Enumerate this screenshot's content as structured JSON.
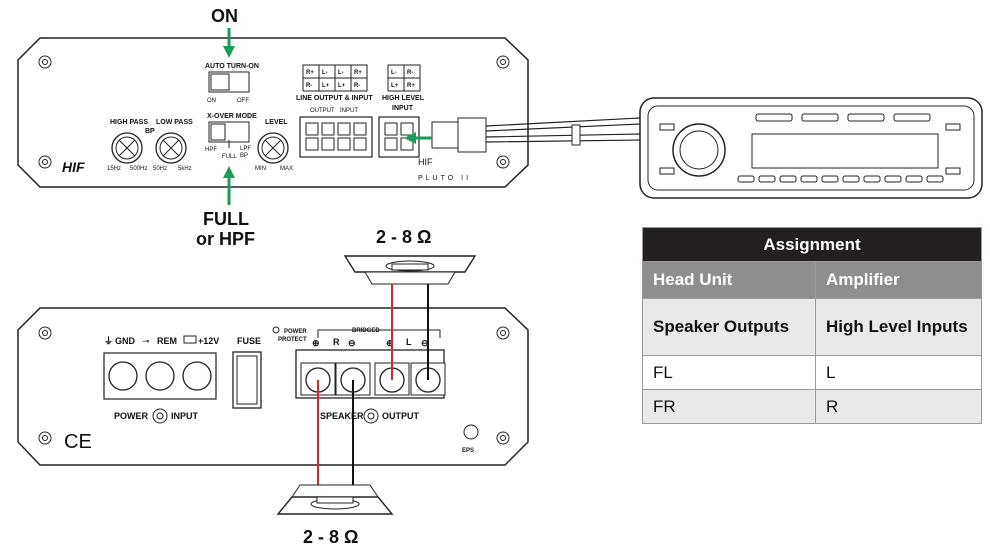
{
  "top_amp": {
    "callout_on": "ON",
    "callout_full": "FULL",
    "callout_or_hpf": "or HPF",
    "auto_turn_on": "AUTO TURN-ON",
    "on": "ON",
    "off": "OFF",
    "xover_mode": "X-OVER MODE",
    "hpf": "HPF",
    "full": "FULL",
    "lpf": "LPF",
    "bp": "BP",
    "high_pass": "HIGH PASS",
    "low_pass": "LOW PASS",
    "bp_center": "BP",
    "level": "LEVEL",
    "min": "MIN",
    "max": "MAX",
    "hz15": "15Hz",
    "hz500": "500Hz",
    "hz50": "50Hz",
    "khz5": "5kHz",
    "line_output_input": "LINE OUTPUT & INPUT",
    "output": "OUTPUT",
    "input": "INPUT",
    "high_level": "HIGH LEVEL",
    "input2": "INPUT",
    "line_grid": [
      "R+",
      "L-",
      "L-",
      "R+",
      "R-",
      "L+",
      "L+",
      "R-"
    ],
    "hl_grid": [
      "L-",
      "R-",
      "L+",
      "R+"
    ],
    "brand": "HIF",
    "model": "PLUTO II"
  },
  "bottom_amp": {
    "gnd": "GND",
    "rem": "REM",
    "v12": "+12V",
    "fuse": "FUSE",
    "power_protect_1": "POWER",
    "power_protect_2": "PROTECT",
    "bridged": "BRIDGED",
    "r": "R",
    "l": "L",
    "power": "POWER",
    "power_input": "INPUT",
    "speaker": "SPEAKER",
    "speaker_output": "OUTPUT",
    "ce": "CE",
    "eps": "EPS"
  },
  "speakers": {
    "top_impedance": "2 - 8 Ω",
    "bottom_impedance": "2 - 8 Ω"
  },
  "assignment": {
    "title": "Assignment",
    "col1": "Head Unit",
    "col2": "Amplifier",
    "rows": [
      {
        "a": "Speaker Outputs",
        "b": "High Level Inputs"
      },
      {
        "a": "FL",
        "b": "L"
      },
      {
        "a": "FR",
        "b": "R"
      }
    ]
  },
  "colors": {
    "arrow": "#1a9c5b",
    "wire_red": "#e0202a",
    "wire_black": "#111111",
    "table_title_bg": "#231f20",
    "table_header_bg": "#8e8e8e"
  }
}
